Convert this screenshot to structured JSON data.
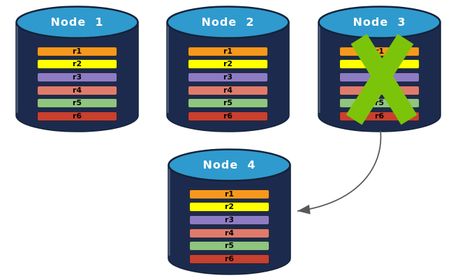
{
  "canvas": {
    "background": "#FFFFFF"
  },
  "colors": {
    "cylinder_body": "#1C2B4D",
    "cylinder_top": "#2F9ACD",
    "cylinder_outline": "#142238",
    "cylinder_highlight": "#8593AC",
    "node_label": "#FFFFFF",
    "row_label": "#000000",
    "failure_x": "#7CC40A",
    "arrow": "#595959"
  },
  "nodes": [
    {
      "label": "Node  1",
      "crossed_out": false,
      "rows": [
        {
          "label": "r1",
          "color": "#F7981D"
        },
        {
          "label": "r2",
          "color": "#FFFF00"
        },
        {
          "label": "r3",
          "color": "#8E7CC3"
        },
        {
          "label": "r4",
          "color": "#DF7B6B"
        },
        {
          "label": "r5",
          "color": "#8FC57E"
        },
        {
          "label": "r6",
          "color": "#C8402E"
        }
      ]
    },
    {
      "label": "Node  2",
      "crossed_out": false,
      "rows": [
        {
          "label": "r1",
          "color": "#F7981D"
        },
        {
          "label": "r2",
          "color": "#FFFF00"
        },
        {
          "label": "r3",
          "color": "#8E7CC3"
        },
        {
          "label": "r4",
          "color": "#DF7B6B"
        },
        {
          "label": "r5",
          "color": "#8FC57E"
        },
        {
          "label": "r6",
          "color": "#C8402E"
        }
      ]
    },
    {
      "label": "Node  3",
      "crossed_out": true,
      "rows": [
        {
          "label": "r1",
          "color": "#F7981D"
        },
        {
          "label": "r2",
          "color": "#FFFF00"
        },
        {
          "label": "r3",
          "color": "#8E7CC3"
        },
        {
          "label": "r4",
          "color": "#DF7B6B"
        },
        {
          "label": "r5",
          "color": "#8FC57E"
        },
        {
          "label": "r6",
          "color": "#C8402E"
        }
      ]
    },
    {
      "label": "Node  4",
      "crossed_out": false,
      "rows": [
        {
          "label": "r1",
          "color": "#F7981D"
        },
        {
          "label": "r2",
          "color": "#FFFF00"
        },
        {
          "label": "r3",
          "color": "#8E7CC3"
        },
        {
          "label": "r4",
          "color": "#DF7B6B"
        },
        {
          "label": "r5",
          "color": "#8FC57E"
        },
        {
          "label": "r6",
          "color": "#C8402E"
        }
      ]
    }
  ]
}
